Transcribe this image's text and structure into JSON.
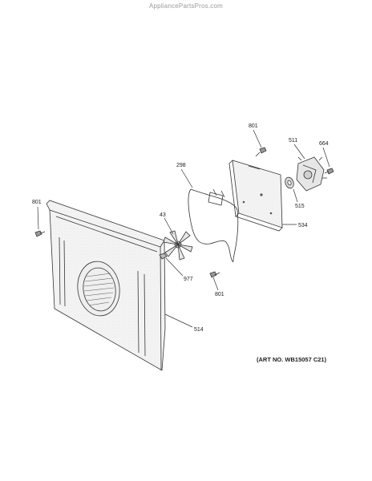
{
  "watermark": "AppliancePartsPros.com",
  "art_number": "(ART NO. WB15057 C21)",
  "callouts": {
    "c801_top": "801",
    "c511": "511",
    "c664": "664",
    "c298": "298",
    "c515": "515",
    "c801_left": "801",
    "c43": "43",
    "c534": "534",
    "c977": "977",
    "c801_bottom": "801",
    "c514": "514"
  }
}
